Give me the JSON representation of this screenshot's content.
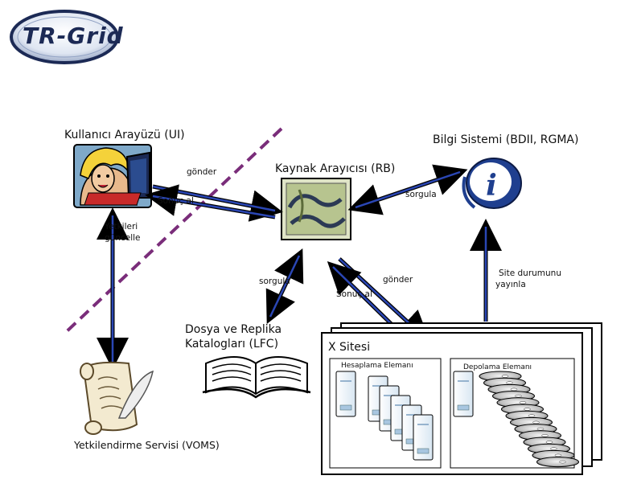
{
  "logo": {
    "text": "TR-Grid"
  },
  "labels": {
    "ui": "Kullanıcı Arayüzü (UI)",
    "info_system": "Bilgi Sistemi (BDII, RGMA)",
    "rb": "Kaynak Arayıcısı (RB)",
    "gonder_top": "gönder",
    "sonuc_al_top": "Sonuç al",
    "sorgula_top": "sorgula",
    "yetkileri_1": "Yetkileri",
    "yetkileri_2": "güncelle",
    "sorgula_mid": "sorgula",
    "gonder_mid": "gönder",
    "sonuc_al_mid": "Sonuç al",
    "site_status_1": "Site durumunu",
    "site_status_2": "yayınla",
    "lfc_1": "Dosya ve Replika",
    "lfc_2": "Katalogları (LFC)",
    "site": "X Sitesi",
    "compute": "Hesaplama Elemanı",
    "storage": "Depolama Elemanı",
    "voms": "Yetkilendirme Servisi (VOMS)"
  },
  "colors": {
    "arrow_fill": "#2a46b4",
    "arrow_stroke": "#000000",
    "dashed": "#7a2d7a",
    "logo_blue": "#1c2a55",
    "info_blue": "#1f3f8f"
  }
}
